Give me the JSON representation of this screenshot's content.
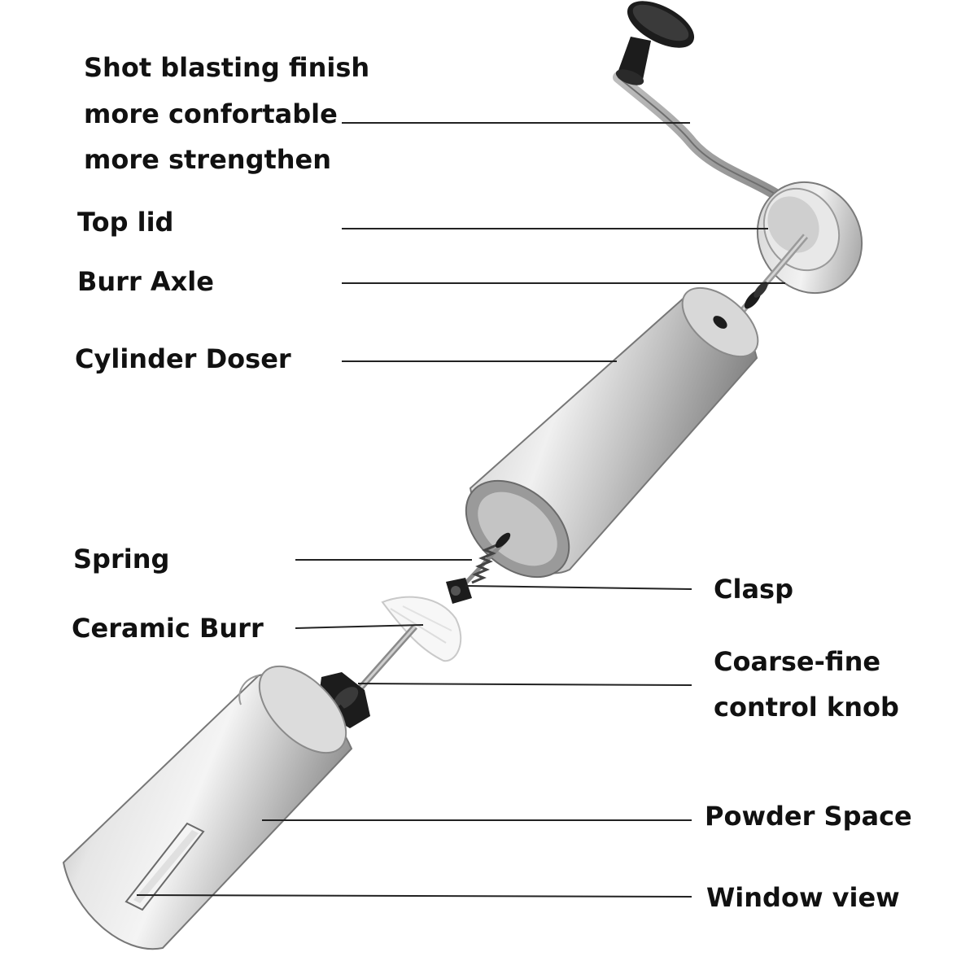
{
  "labels": {
    "handle_line1": "Shot blasting finish",
    "handle_line2": "more confortable",
    "handle_line3": "more strengthen",
    "top_lid": "Top lid",
    "burr_axle": "Burr Axle",
    "cylinder_doser": "Cylinder Doser",
    "spring": "Spring",
    "ceramic_burr": "Ceramic Burr",
    "clasp": "Clasp",
    "knob_line1": "Coarse-fine",
    "knob_line2": "control knob",
    "powder_space": "Powder Space",
    "window_view": "Window view"
  },
  "colors": {
    "text": "#111111",
    "leader_line": "#222222",
    "steel_light": "#e4e4e4",
    "steel_mid": "#b4b4b4",
    "steel_dark": "#7c7c7c",
    "knob_black": "#1c1c1c",
    "burr_white": "#f7f7f7"
  }
}
